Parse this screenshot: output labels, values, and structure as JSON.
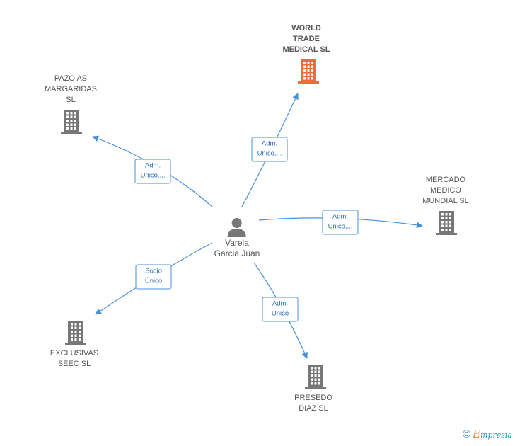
{
  "colors": {
    "edge": "#4a90d9",
    "company": "#777777",
    "company_main": "#f26a3b",
    "person": "#777777"
  },
  "person": {
    "label": "Varela\nGarcia Juan",
    "icon": "person-icon"
  },
  "companies": [
    {
      "id": "world-trade",
      "label": "WORLD\nTRADE\nMEDICAL  SL",
      "main": true,
      "icon": "building-icon"
    },
    {
      "id": "pazo",
      "label": "PAZO AS\nMARGARIDAS\nSL",
      "main": false,
      "icon": "building-icon"
    },
    {
      "id": "mercado",
      "label": "MERCADO\nMEDICO\nMUNDIAL  SL",
      "main": false,
      "icon": "building-icon"
    },
    {
      "id": "exclusivas",
      "label": "EXCLUSIVAS\nSEEC SL",
      "main": false,
      "icon": "building-icon"
    },
    {
      "id": "presedo",
      "label": "PRESEDO\nDIAZ  SL",
      "main": false,
      "icon": "building-icon"
    }
  ],
  "edges": [
    {
      "to": "world-trade",
      "label": "Adm.\nUnico,..."
    },
    {
      "to": "pazo",
      "label": "Adm.\nUnico,..."
    },
    {
      "to": "mercado",
      "label": "Adm.\nUnico,..."
    },
    {
      "to": "exclusivas",
      "label": "Socio\nÚnico"
    },
    {
      "to": "presedo",
      "label": "Adm.\nUnico"
    }
  ],
  "footer": {
    "copyright": "©",
    "brand_initial": "E",
    "brand_rest": "mpresia"
  }
}
